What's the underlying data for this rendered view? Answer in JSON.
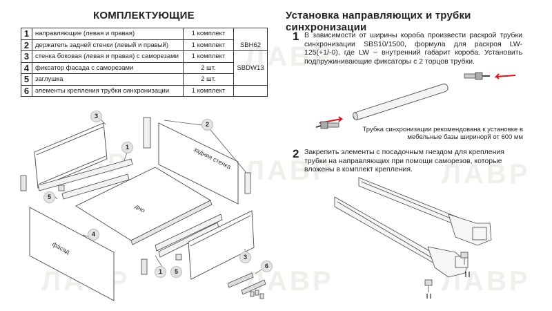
{
  "left_title": "КОМПЛЕКТУЮЩИЕ",
  "right_title": "Установка направляющих и трубки синхронизации",
  "kit_table": {
    "rows": [
      {
        "num": "1",
        "desc": "направляющие (левая и правая)",
        "qty": "1 комплект"
      },
      {
        "num": "2",
        "desc": "держатель задней стенки (левый и правый)",
        "qty": "1 комплект"
      },
      {
        "num": "3",
        "desc": "стенка боковая (левая и правая) с саморезами",
        "qty": "1 комплект"
      },
      {
        "num": "4",
        "desc": "фиксатор фасада с саморезами",
        "qty": "2 шт."
      },
      {
        "num": "5",
        "desc": "заглушка",
        "qty": "2 шт."
      },
      {
        "num": "6",
        "desc": "элементы крепления трубки синхронизации",
        "qty": "1 комплект"
      }
    ],
    "code_sbh": "SBH62",
    "code_sbdw": "SBDW13"
  },
  "steps": [
    {
      "num": "1",
      "text": "В зависимости от ширины короба произвести раскрой трубки синхронизации SBS10/1500, формула для раскроя LW-125(+1/-0), где LW – внутренний габарит короба. Установить подпружинивающие фиксаторы с 2 торцов трубки."
    },
    {
      "num": "2",
      "text": "Закрепить элементы с посадочным гнездом для крепления трубки на направляющих при помощи саморезов, которые вложены в комплект крепления."
    }
  ],
  "tube_note": "Трубка синхронизации рекомендована к установке в мебельные базы ширинорй от 600 мм",
  "diagram_labels": {
    "back_wall": "задняя стенка",
    "bottom": "дно",
    "front": "фасад"
  },
  "callouts": {
    "c1": "1",
    "c2": "2",
    "c3": "3",
    "c4": "4",
    "c5": "5",
    "c6": "6"
  },
  "watermark": "ЛАВР",
  "colors": {
    "arrow": "#d8141c",
    "callout": "#e3e3e3",
    "watermark": "#eef0ea"
  }
}
